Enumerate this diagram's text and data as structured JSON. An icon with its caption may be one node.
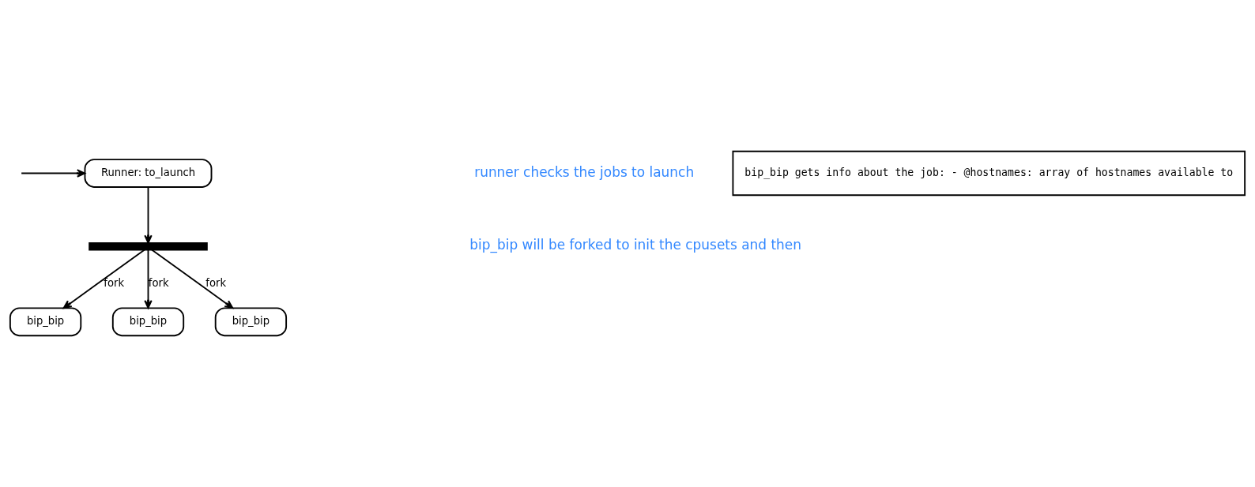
{
  "diagram": {
    "nodes": [
      {
        "text": [
          "Runner: to_launch"
        ]
      },
      {
        "text": [],
        "shape": "bar"
      },
      {
        "text": [
          "bip_bip"
        ]
      },
      {
        "text": [
          "bip_bip"
        ]
      },
      {
        "text": [
          "bip_bip"
        ]
      },
      {
        "text": [
          "bip_bip gets info about the job: - @hostnames: array of hostnames available to"
        ]
      }
    ],
    "edges": [
      {
        "from": null,
        "to": 0,
        "arrow": "to"
      },
      {
        "from": 0,
        "to": 1,
        "arrow": "to"
      },
      {
        "from": 1,
        "to": 2,
        "label": "fork",
        "arrow": "to"
      },
      {
        "from": 1,
        "to": 3,
        "label": "fork",
        "arrow": "to"
      },
      {
        "from": 1,
        "to": 4,
        "label": "fork",
        "arrow": "to"
      }
    ],
    "labels": [
      "runner checks the jobs to launch",
      "bip_bip will be forked to init the cpusets and then"
    ]
  }
}
